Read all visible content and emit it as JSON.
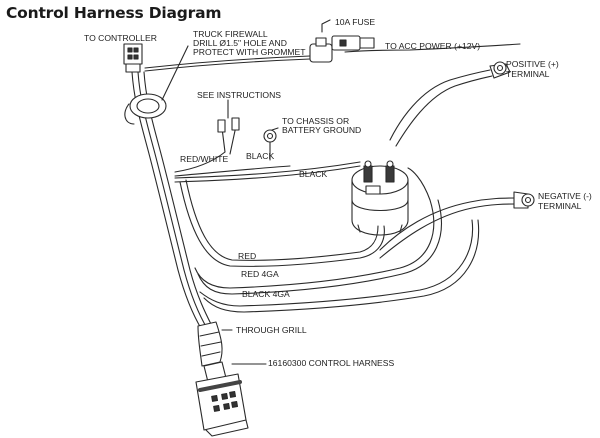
{
  "title": "Control Harness Diagram",
  "labels": {
    "to_controller": "TO CONTROLLER",
    "firewall_1": "TRUCK FIREWALL",
    "firewall_2": "DRILL Ø1.5\" HOLE AND",
    "firewall_3": "PROTECT WITH GROMMET",
    "fuse": "10A FUSE",
    "acc_power": "TO ACC POWER (+12V)",
    "positive_1": "POSITIVE (+)",
    "positive_2": "TERMINAL",
    "see_instructions": "SEE INSTRUCTIONS",
    "chassis_1": "TO CHASSIS OR",
    "chassis_2": "BATTERY GROUND",
    "red_white": "RED/WHITE",
    "black_small": "BLACK",
    "black_wire": "BLACK",
    "negative_1": "NEGATIVE (-)",
    "negative_2": "TERMINAL",
    "red": "RED",
    "red_4ga": "RED 4GA",
    "black_4ga": "BLACK 4GA",
    "through_grill": "THROUGH GRILL",
    "control_harness": "16160300 CONTROL HARNESS"
  },
  "colors": {
    "line": "#2a2a2a",
    "text": "#222222",
    "fill_dark": "#3a3a3a",
    "fill_light": "#f4f4f4"
  }
}
